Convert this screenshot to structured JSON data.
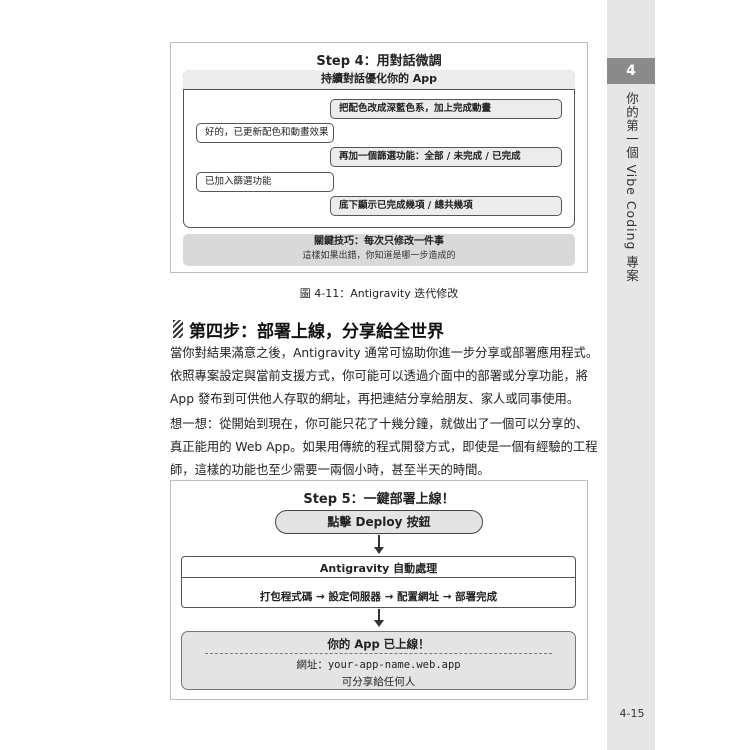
{
  "side": {
    "chapter": "4",
    "title": "你的第一個 Vibe Coding 專案",
    "page_number": "4-15"
  },
  "figure1": {
    "title": "Step 4：用對話微調",
    "chat_header": "持續對話優化你的 App",
    "messages": [
      {
        "role": "user",
        "text": "把配色改成深藍色系，加上完成動畫"
      },
      {
        "role": "ai",
        "text": "好的，已更新配色和動畫效果"
      },
      {
        "role": "user",
        "text": "再加一個篩選功能：全部 / 未完成 / 已完成"
      },
      {
        "role": "ai",
        "text": "已加入篩選功能"
      },
      {
        "role": "user",
        "text": "底下顯示已完成幾項 / 總共幾項"
      }
    ],
    "tip_title": "關鍵技巧：每次只修改一件事",
    "tip_sub": "這樣如果出錯，你知道是哪一步造成的",
    "caption": "圖 4-11：Antigravity 迭代修改"
  },
  "section": {
    "heading": "第四步：部署上線，分享給全世界",
    "para1": [
      "當你對結果滿意之後，Antigravity 通常可協助你進一步分享或部署應用程式。",
      "依照專案設定與當前支援方式，你可能可以透過介面中的部署或分享功能，將",
      "App 發布到可供他人存取的網址，再把連結分享給朋友、家人或同事使用。"
    ],
    "para2": [
      "想一想：從開始到現在，你可能只花了十幾分鐘，就做出了一個可以分享的、",
      "真正能用的 Web App。如果用傳統的程式開發方式，即使是一個有經驗的工程",
      "師，這樣的功能也至少需要一兩個小時，甚至半天的時間。"
    ]
  },
  "figure2": {
    "title": "Step 5：一鍵部署上線！",
    "button": "點擊 Deploy 按鈕",
    "process_title": "Antigravity 自動處理",
    "process_steps": "打包程式碼 → 設定伺服器 → 配置網址 → 部署完成",
    "result_title": "你的 App 已上線！",
    "url_label": "網址：",
    "url": "your-app-name.web.app",
    "share_text": "可分享給任何人"
  }
}
